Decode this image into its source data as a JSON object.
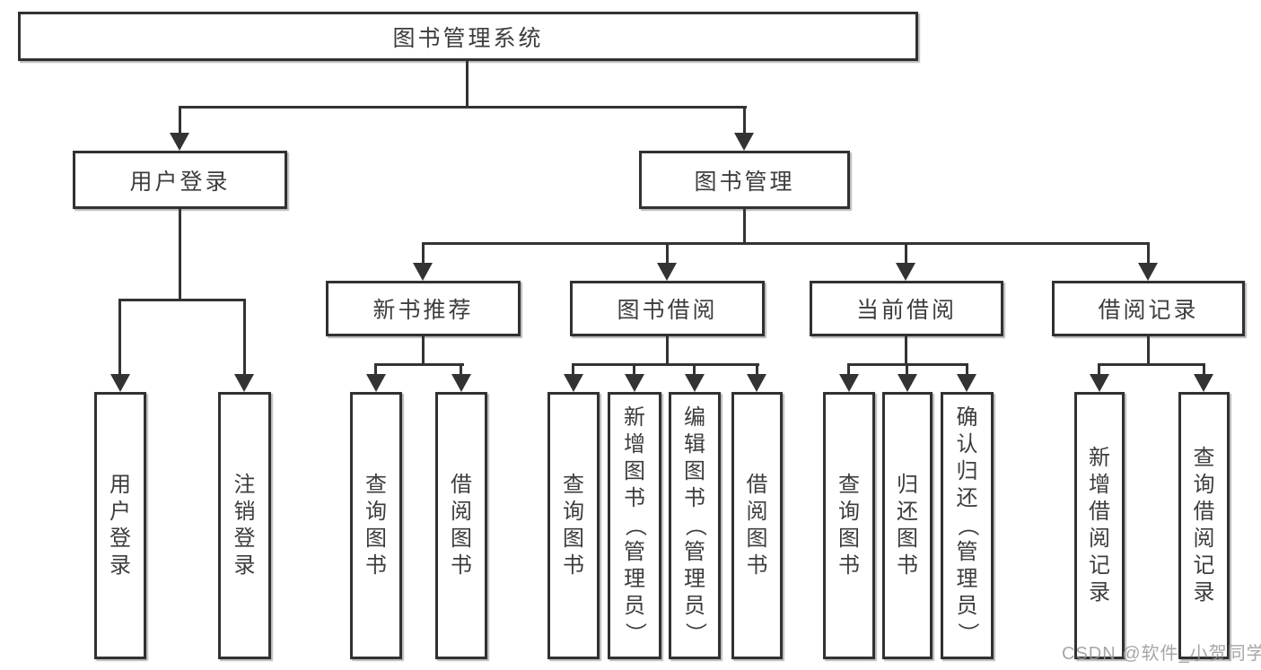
{
  "diagram": {
    "root": {
      "label": "图书管理系统"
    },
    "branches": [
      {
        "label": "用户登录",
        "children": [
          "用户登录",
          "注销登录"
        ]
      },
      {
        "label": "图书管理",
        "sections": [
          {
            "label": "新书推荐",
            "children": [
              "查询图书",
              "借阅图书"
            ]
          },
          {
            "label": "图书借阅",
            "children": [
              "查询图书",
              "新增图书（管理员）",
              "编辑图书（管理员）",
              "借阅图书"
            ]
          },
          {
            "label": "当前借阅",
            "children": [
              "查询图书",
              "归还图书",
              "确认归还（管理员）"
            ]
          },
          {
            "label": "借阅记录",
            "children": [
              "新增借阅记录",
              "查询借阅记录"
            ]
          }
        ]
      }
    ]
  },
  "watermark": {
    "text": "CSDN @软件_小贺同学"
  },
  "colors": {
    "line": "#333333",
    "border": "#313131",
    "text": "#3d3d3d",
    "watermark": "#969696",
    "background": "#ffffff"
  }
}
